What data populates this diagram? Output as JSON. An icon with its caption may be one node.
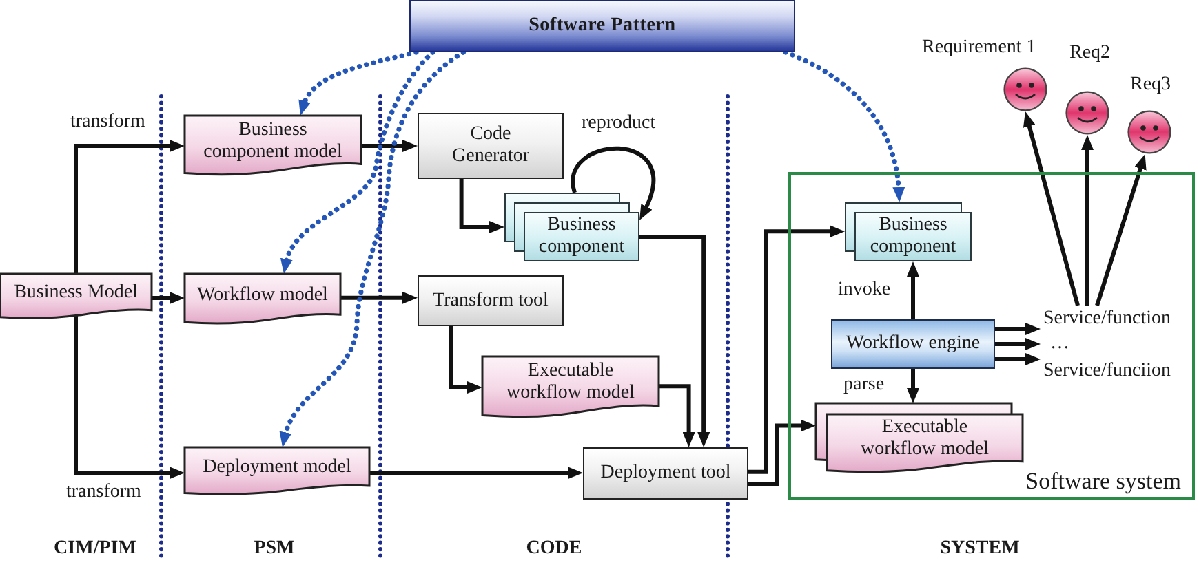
{
  "diagram": {
    "nodes": [
      {
        "text": [
          "Software Pattern"
        ]
      },
      {
        "text": [
          "Business component model"
        ]
      },
      {
        "text": [
          "Business Model"
        ]
      },
      {
        "text": [
          "Workflow model"
        ]
      },
      {
        "text": [
          "Deployment model"
        ]
      },
      {
        "text": [
          "Code Generator"
        ]
      },
      {
        "text": [
          "Business component"
        ]
      },
      {
        "text": [
          "Transform tool"
        ]
      },
      {
        "text": [
          "Executable workflow model"
        ]
      },
      {
        "text": [
          "Deployment tool"
        ]
      },
      {
        "text": [
          "Software system"
        ]
      },
      {
        "text": [
          "Business component"
        ],
        "in": 10
      },
      {
        "text": [
          "Workflow engine"
        ],
        "in": 10
      },
      {
        "text": [
          "Executable workflow model"
        ],
        "in": 10
      },
      {
        "text": [
          "Service/function"
        ],
        "in": 10
      },
      {
        "text": [
          "…"
        ],
        "in": 10
      },
      {
        "text": [
          "Service/funciion"
        ],
        "in": 10
      },
      {
        "text": [],
        "shape": "circle",
        "beside": [
          "Requirement 1"
        ]
      },
      {
        "text": [],
        "shape": "circle",
        "beside": [
          "Req2"
        ]
      },
      {
        "text": [],
        "shape": "circle",
        "beside": [
          "Req3"
        ]
      }
    ],
    "edges": [
      {
        "from": 2,
        "to": 1,
        "arrow": "to",
        "label": "transform"
      },
      {
        "from": 2,
        "to": 3,
        "arrow": "to"
      },
      {
        "from": 2,
        "to": 4,
        "arrow": "to",
        "label": "transform"
      },
      {
        "from": 1,
        "to": 5,
        "arrow": "to"
      },
      {
        "from": 3,
        "to": 7,
        "arrow": "to"
      },
      {
        "from": 4,
        "to": 9,
        "arrow": "to"
      },
      {
        "from": 5,
        "to": 6,
        "arrow": "to"
      },
      {
        "from": 6,
        "to": 6,
        "arrow": "to",
        "label": "reproduct"
      },
      {
        "from": 6,
        "to": 9,
        "arrow": "to"
      },
      {
        "from": 7,
        "to": 8,
        "arrow": "to"
      },
      {
        "from": 8,
        "to": 9,
        "arrow": "to"
      },
      {
        "from": 9,
        "to": 11,
        "arrow": "to"
      },
      {
        "from": 9,
        "to": 13,
        "arrow": "to"
      },
      {
        "from": 12,
        "to": 11,
        "arrow": "to",
        "label": "invoke"
      },
      {
        "from": 12,
        "to": 13,
        "arrow": "to",
        "label": "parse"
      },
      {
        "from": 12,
        "to": 14,
        "arrow": "to"
      },
      {
        "from": 12,
        "to": 15,
        "arrow": "to"
      },
      {
        "from": 12,
        "to": 16,
        "arrow": "to"
      },
      {
        "from": 14,
        "to": 17,
        "arrow": "to"
      },
      {
        "from": 14,
        "to": 18,
        "arrow": "to"
      },
      {
        "from": 14,
        "to": 19,
        "arrow": "to"
      },
      {
        "from": 0,
        "to": 1,
        "arrow": "to",
        "style": "dashed",
        "color": "#2456b8"
      },
      {
        "from": 0,
        "to": 3,
        "arrow": "to",
        "style": "dashed",
        "color": "#2456b8"
      },
      {
        "from": 0,
        "to": 4,
        "arrow": "to",
        "style": "dashed",
        "color": "#2456b8"
      },
      {
        "from": 0,
        "to": 11,
        "arrow": "to",
        "style": "dashed",
        "color": "#2456b8"
      }
    ],
    "labels": [
      "CIM/PIM",
      "PSM",
      "CODE",
      "SYSTEM"
    ]
  }
}
